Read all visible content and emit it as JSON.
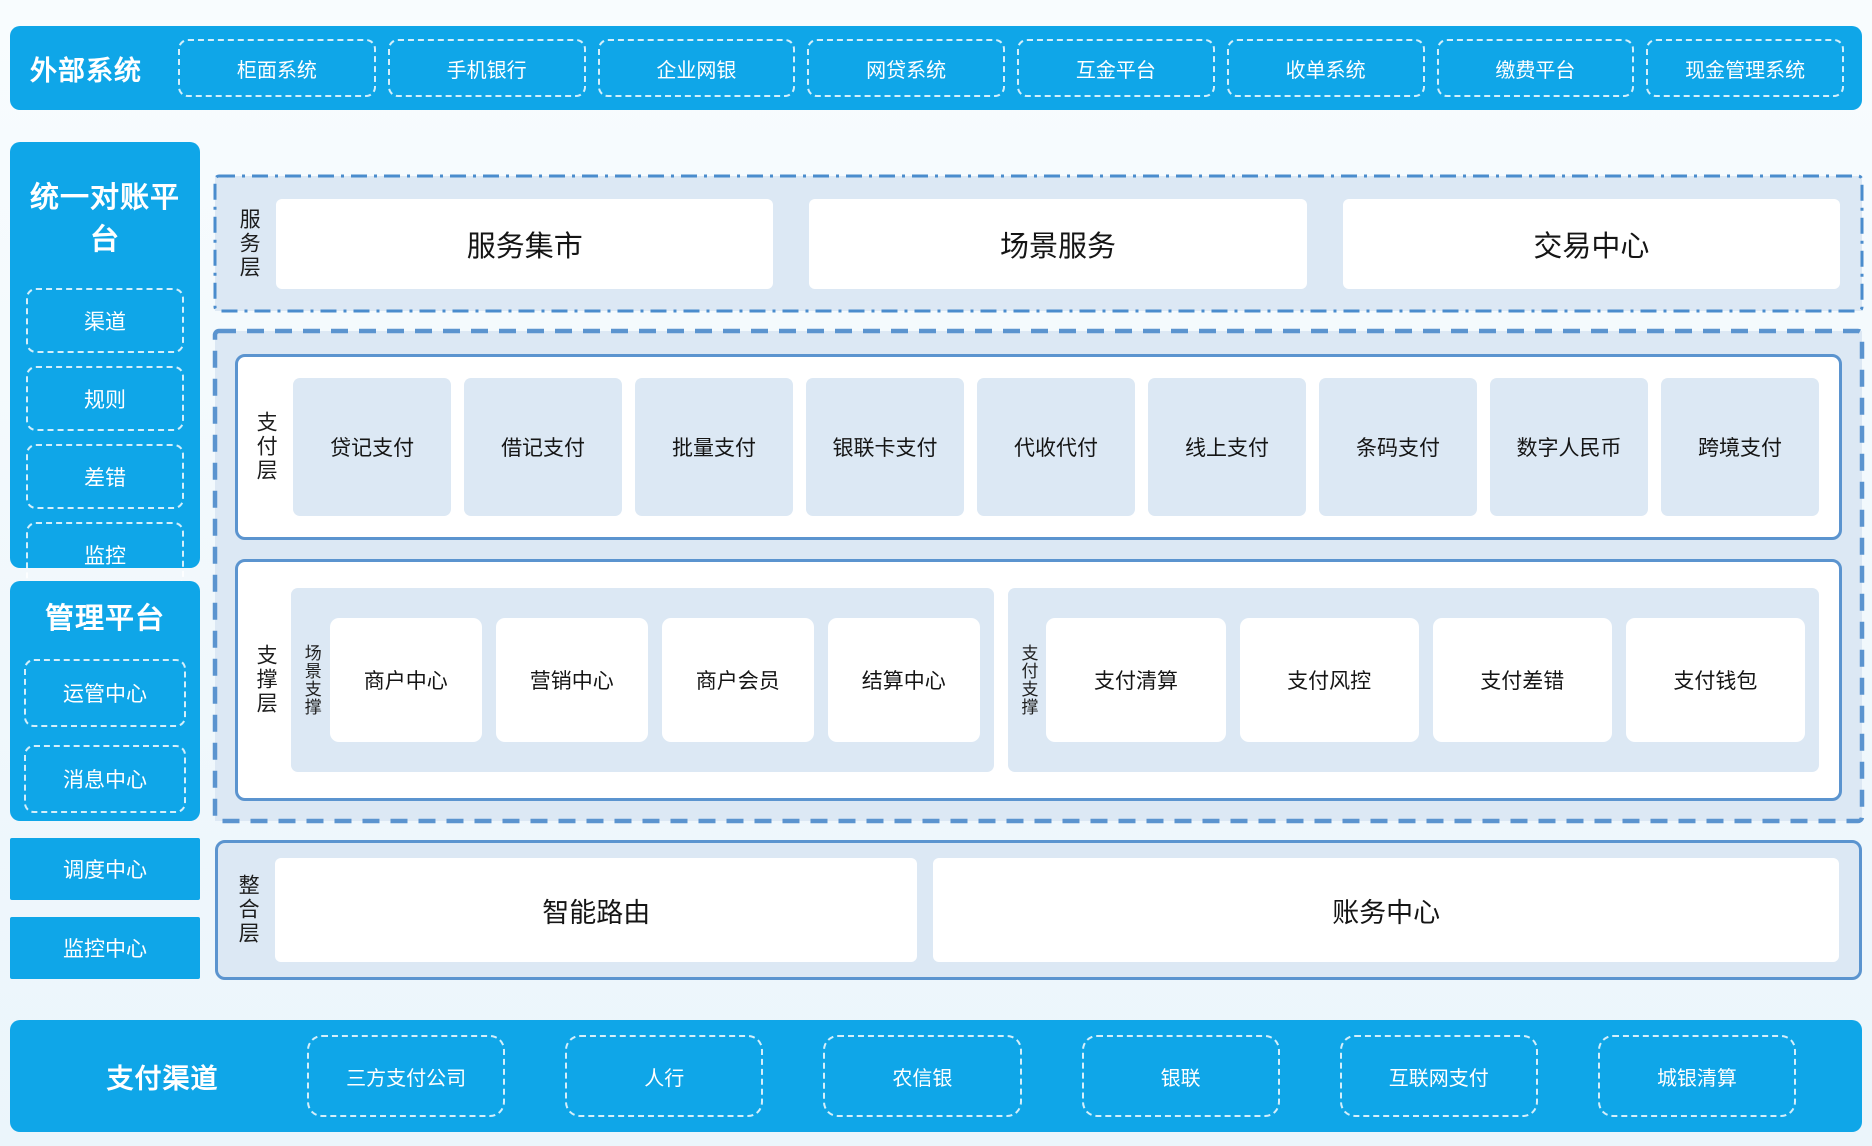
{
  "palette": {
    "bright_blue": "#0fa6e8",
    "panel_border_blue": "#5b94cf",
    "dashdot_border_blue": "#4a8ccd",
    "section_bg": "#dce8f4",
    "box_white": "#ffffff",
    "dark_text": "#1b1b1b"
  },
  "top_bar": {
    "title": "外部系统",
    "items": [
      "柜面系统",
      "手机银行",
      "企业网银",
      "网贷系统",
      "互金平台",
      "收单系统",
      "缴费平台",
      "现金管理系统"
    ]
  },
  "sidebar": {
    "reconciliation": {
      "title": "统一对账平台",
      "items": [
        "渠道",
        "规则",
        "差错",
        "监控"
      ]
    },
    "management": {
      "title": "管理平台",
      "items": [
        "运管中心",
        "消息中心"
      ]
    },
    "dispatch_center": "调度中心",
    "monitor_center": "监控中心"
  },
  "service_layer": {
    "label": "服务层",
    "items": [
      "服务集市",
      "场景服务",
      "交易中心"
    ]
  },
  "payment_layer": {
    "label": "支付层",
    "items": [
      "贷记支付",
      "借记支付",
      "批量支付",
      "银联卡支付",
      "代收代付",
      "线上支付",
      "条码支付",
      "数字人民币",
      "跨境支付"
    ]
  },
  "support_layer": {
    "label": "支撑层",
    "groups": [
      {
        "label": "场景支撑",
        "items": [
          "商户中心",
          "营销中心",
          "商户会员",
          "结算中心"
        ]
      },
      {
        "label": "支付支撑",
        "items": [
          "支付清算",
          "支付风控",
          "支付差错",
          "支付钱包"
        ]
      }
    ]
  },
  "integration_layer": {
    "label": "整合层",
    "items": [
      "智能路由",
      "账务中心"
    ]
  },
  "bottom_bar": {
    "title": "支付渠道",
    "items": [
      "三方支付公司",
      "人行",
      "农信银",
      "银联",
      "互联网支付",
      "城银清算"
    ]
  }
}
